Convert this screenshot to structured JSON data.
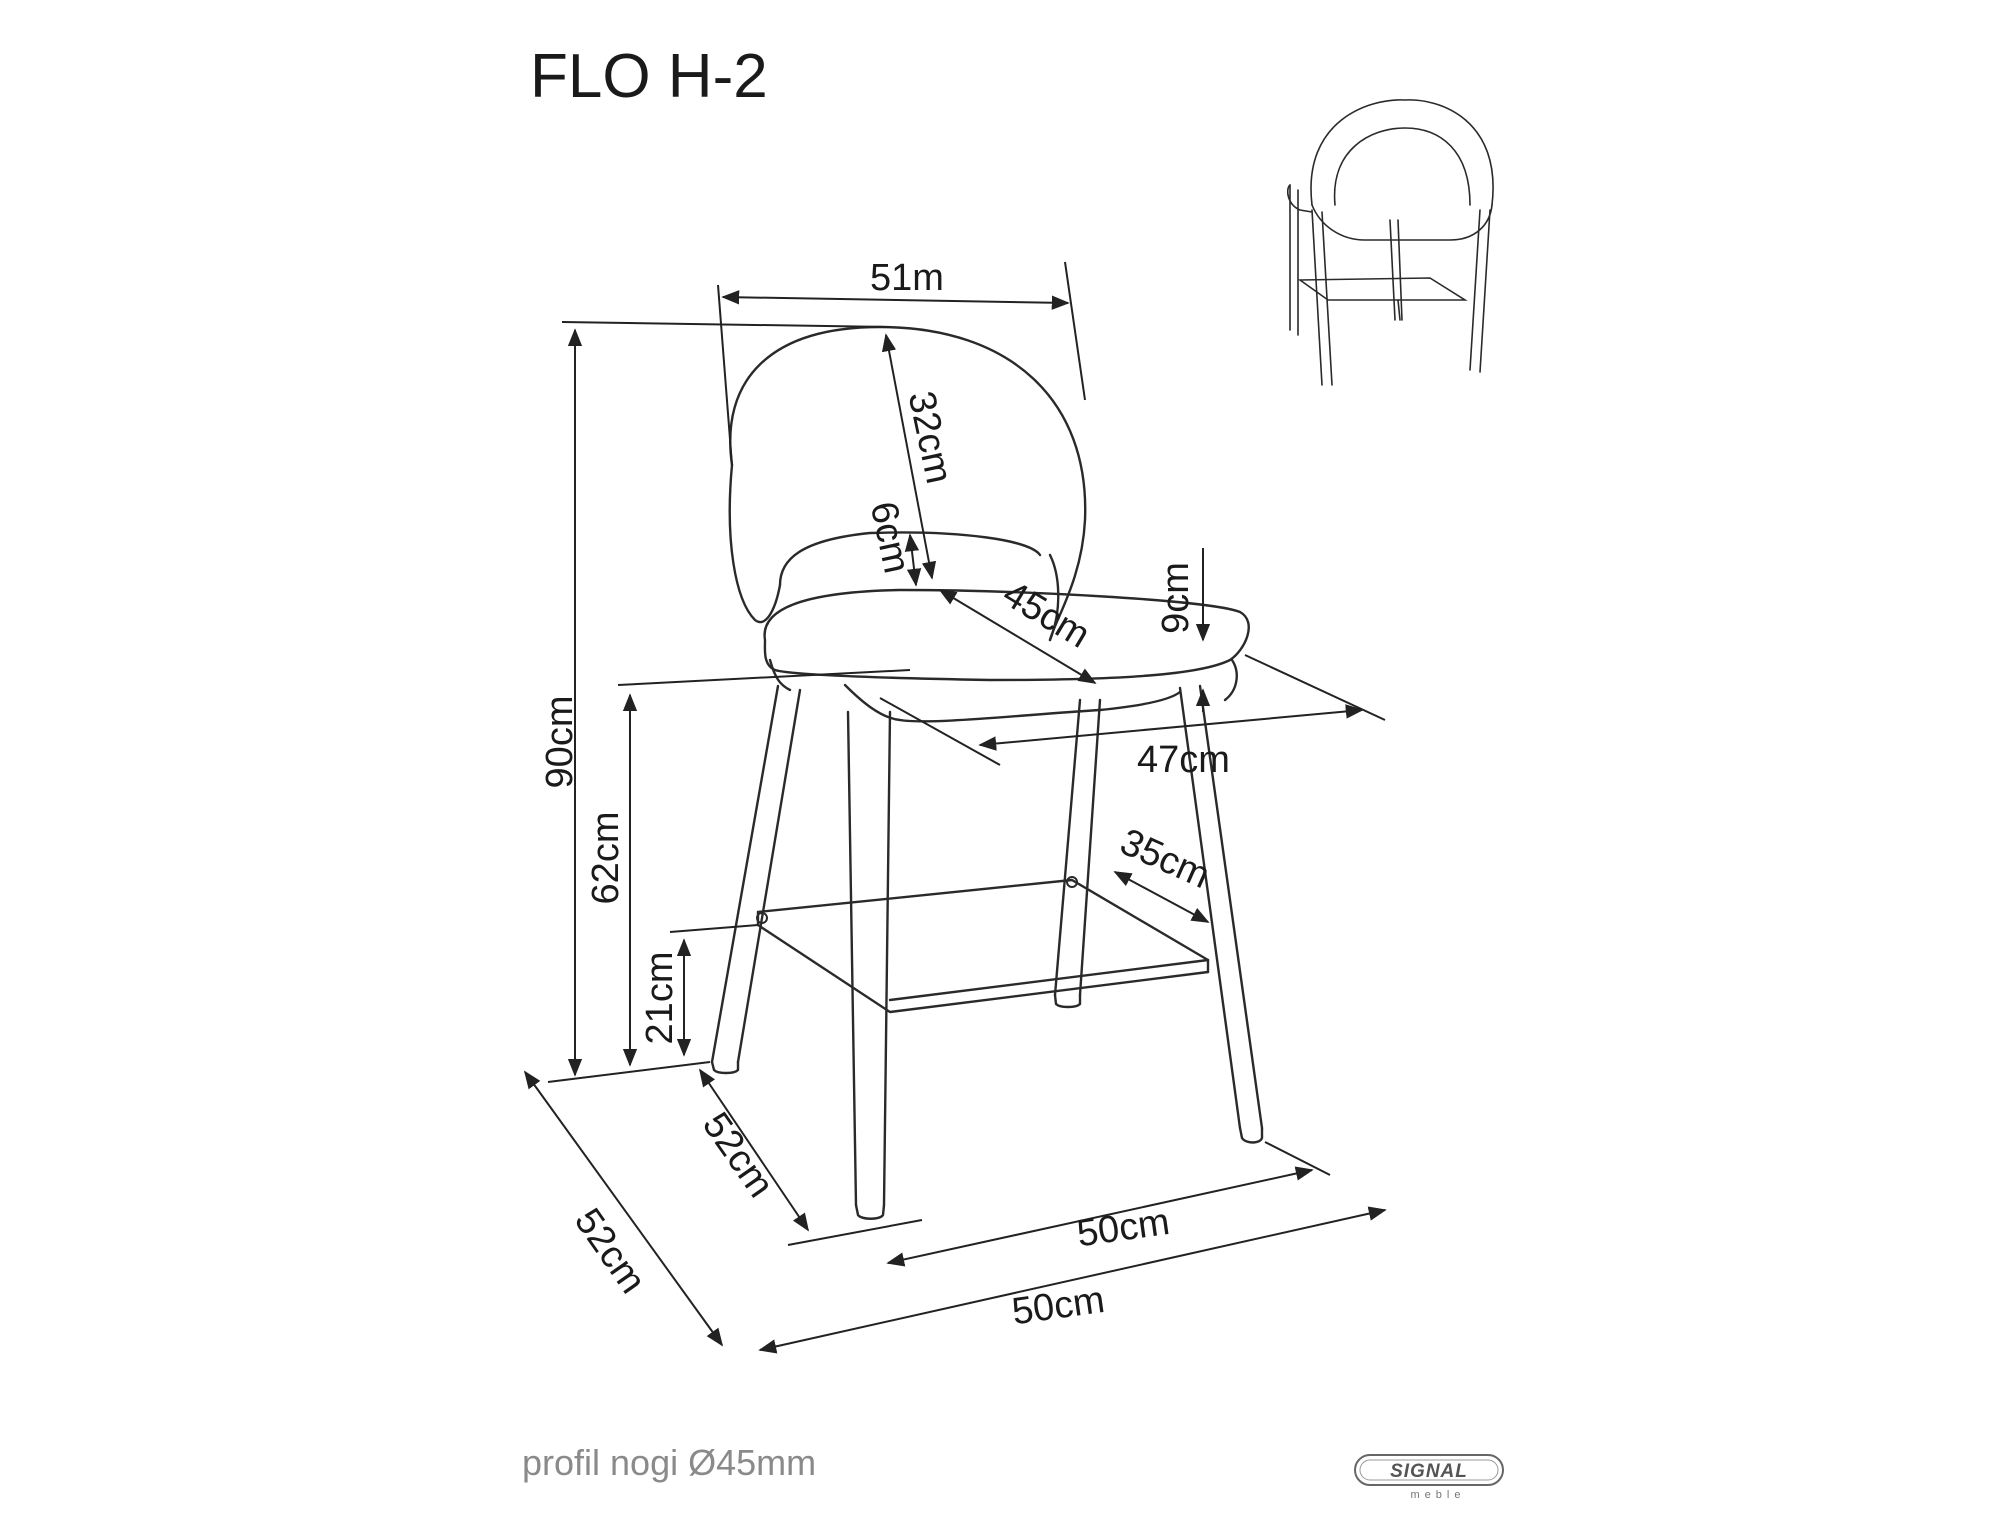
{
  "title": "FLO H-2",
  "note": "profil nogi Ø45mm",
  "brand": {
    "name": "SIGNAL",
    "sub": "meble"
  },
  "dimensions": {
    "back_width": "51m",
    "total_height": "90cm",
    "backrest_height": "32cm",
    "gap_height": "6cm",
    "seat_depth": "45cm",
    "seat_thickness": "9cm",
    "seat_width": "47cm",
    "seat_height": "62cm",
    "footrest_depth": "35cm",
    "footrest_height": "21cm",
    "leg_depth": "52cm",
    "base_depth": "52cm",
    "leg_width": "50cm",
    "base_width": "50cm"
  }
}
